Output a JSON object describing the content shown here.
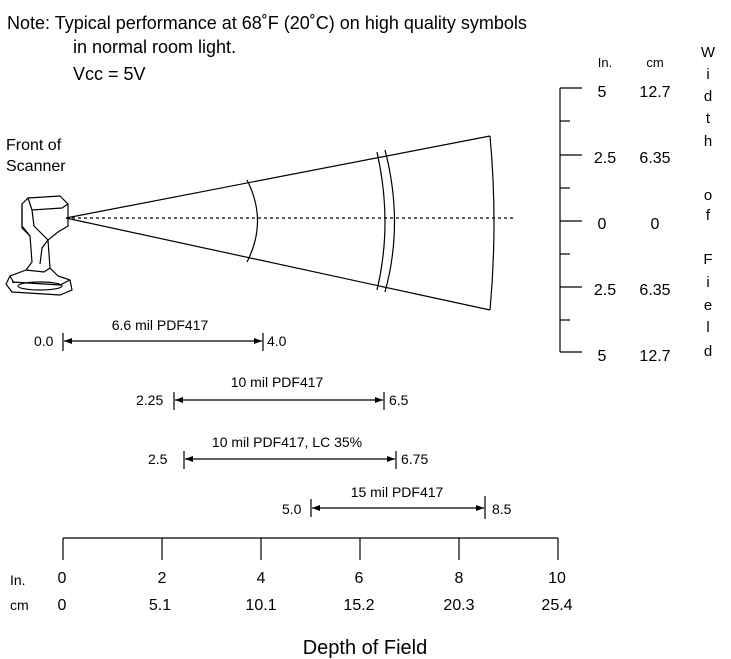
{
  "note": {
    "line1": "Note:  Typical performance at 68˚F (20˚C) on high quality symbols",
    "line2": "in normal room light.",
    "line3": "Vcc = 5V"
  },
  "scanner_label": {
    "line1": "Front of",
    "line2": "Scanner"
  },
  "width_scale": {
    "units": {
      "in": "In.",
      "cm": "cm"
    },
    "rows": [
      {
        "in": "5",
        "cm": "12.7"
      },
      {
        "in": "2.5",
        "cm": "6.35"
      },
      {
        "in": "0",
        "cm": "0"
      },
      {
        "in": "2.5",
        "cm": "6.35"
      },
      {
        "in": "5",
        "cm": "12.7"
      }
    ],
    "vertical_label": [
      "W",
      "i",
      "d",
      "t",
      "h",
      "",
      "o",
      "f",
      "",
      "F",
      "i",
      "e",
      "l",
      "d"
    ]
  },
  "ranges": [
    {
      "label": "6.6 mil PDF417",
      "start": "0.0",
      "end": "4.0"
    },
    {
      "label": "10 mil PDF417",
      "start": "2.25",
      "end": "6.5"
    },
    {
      "label": "10 mil PDF417, LC 35%",
      "start": "2.5",
      "end": "6.75"
    },
    {
      "label": "15 mil PDF417",
      "start": "5.0",
      "end": "8.5"
    }
  ],
  "depth_axis": {
    "unit_in": "In.",
    "unit_cm": "cm",
    "inches": [
      "0",
      "2",
      "4",
      "6",
      "8",
      "10"
    ],
    "cm": [
      "0",
      "5.1",
      "10.1",
      "15.2",
      "20.3",
      "25.4"
    ],
    "title": "Depth of Field"
  }
}
